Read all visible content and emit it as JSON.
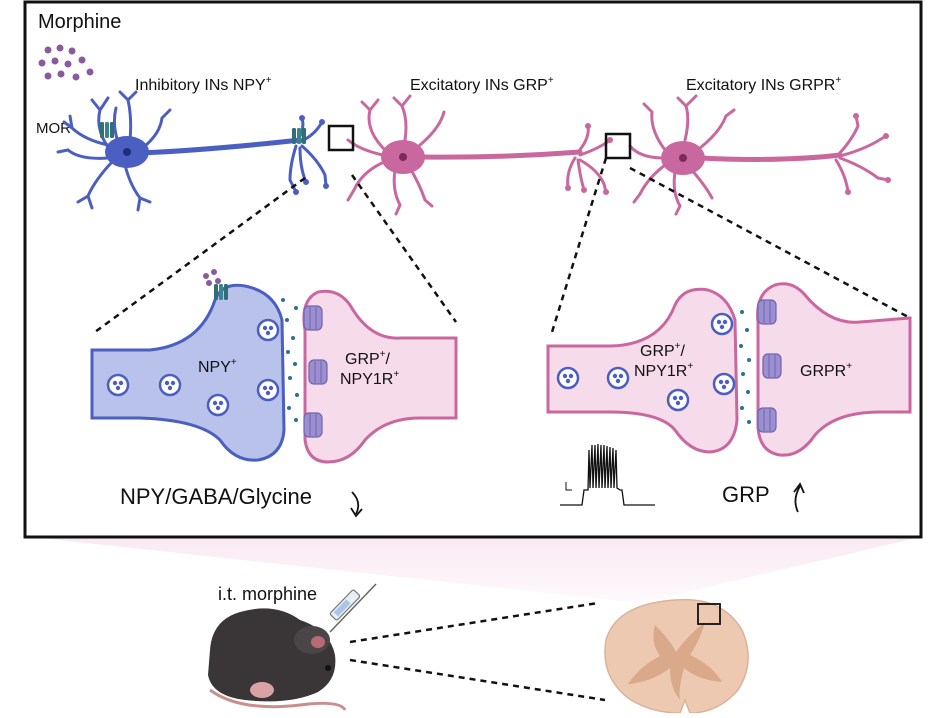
{
  "panel": {
    "title": "Morphine",
    "mor_label": "MOR"
  },
  "neurons": {
    "inhibitory": {
      "label": "Inhibitory INs NPY",
      "sup": "+"
    },
    "excitatory_grp": {
      "label": "Excitatory INs GRP",
      "sup": "+"
    },
    "excitatory_grpr": {
      "label": "Excitatory INs GRPR",
      "sup": "+"
    }
  },
  "synapse_left": {
    "pre_label": "NPY",
    "pre_sup": "+",
    "post_label_line1": "GRP",
    "post_sup1": "+",
    "post_slash": "/",
    "post_label_line2": "NPY1R",
    "post_sup2": "+",
    "caption": "NPY/GABA/Glycine",
    "trend": "down"
  },
  "synapse_right": {
    "pre_label_line1": "GRP",
    "pre_sup1": "+",
    "pre_slash": "/",
    "pre_label_line2": "NPY1R",
    "pre_sup2": "+",
    "post_label": "GRPR",
    "post_sup": "+",
    "caption": "GRP",
    "trend": "up"
  },
  "bottom": {
    "injection_label": "i.t. morphine"
  },
  "colors": {
    "inhibitory_blue": "#4a5fc1",
    "inhibitory_fill": "#b9c2ea",
    "excitatory_pink": "#c9679f",
    "excitatory_fill": "#f6dbea",
    "morphine_purple": "#8b5a9e",
    "receptor_purple": "#9b8fd0",
    "spinal_cord": "#ecc9b0",
    "grey_matter": "#d9a98a"
  }
}
